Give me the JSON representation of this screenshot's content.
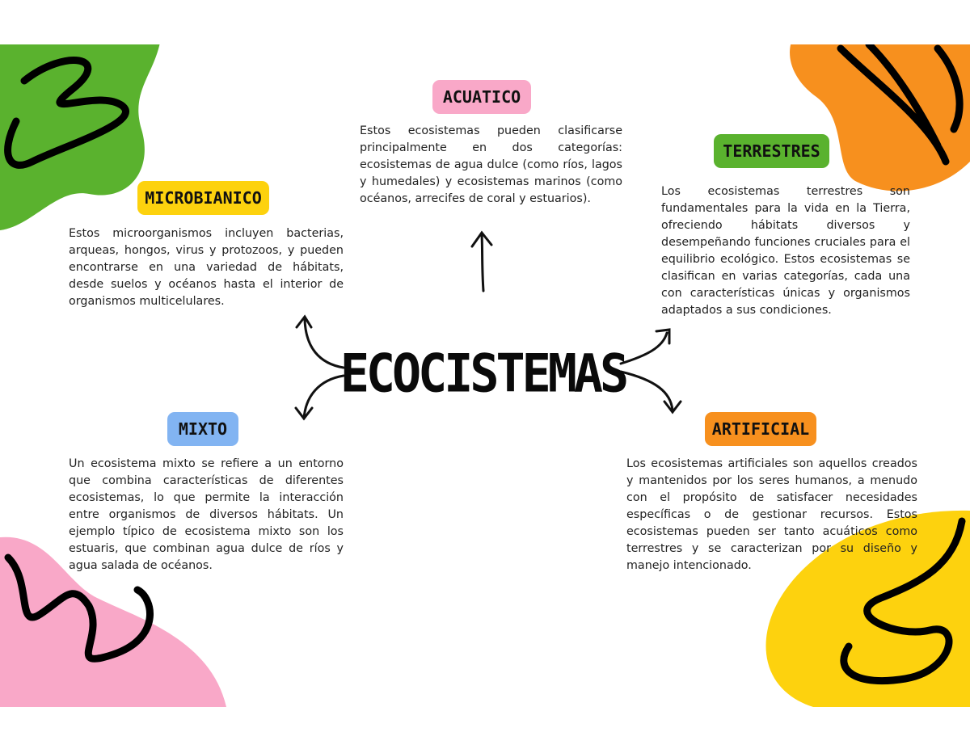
{
  "title": "ECOCISTEMAS",
  "colors": {
    "microbianico": "#fdd20e",
    "acuatico": "#f9a8c8",
    "terrestres": "#5ab22e",
    "mixto": "#82b4f2",
    "artificial": "#f7901e",
    "blob_green": "#5ab22e",
    "blob_orange": "#f7901e",
    "blob_pink": "#f9a8c8",
    "blob_yellow": "#fdd20e"
  },
  "branches": {
    "microbianico": {
      "label": "MICROBIANICO",
      "text": "Estos microorganismos incluyen bacterias, arqueas, hongos, virus y protozoos, y pueden encontrarse en una variedad de hábitats, desde suelos y océanos hasta el interior de organismos multicelulares."
    },
    "acuatico": {
      "label": "ACUATICO",
      "text": "Estos ecosistemas pueden clasificarse principalmente en dos categorías: ecosistemas de agua dulce (como ríos, lagos y humedales) y ecosistemas marinos (como océanos, arrecifes de coral y estuarios)."
    },
    "terrestres": {
      "label": "TERRESTRES",
      "text": "Los ecosistemas terrestres son fundamentales para la vida en la Tierra, ofreciendo hábitats diversos y desempeñando funciones cruciales para el equilibrio ecológico. Estos ecosistemas se clasifican en varias categorías, cada una con características únicas y organismos adaptados a sus condiciones."
    },
    "mixto": {
      "label": "MIXTO",
      "text": "Un ecosistema mixto se refiere a un entorno que combina características de diferentes ecosistemas, lo que permite la interacción entre organismos de diversos hábitats. Un ejemplo típico de ecosistema mixto son los estuaris, que combinan agua dulce de ríos y agua salada de océanos."
    },
    "artificial": {
      "label": "ARTIFICIAL",
      "text": "Los ecosistemas artificiales son aquellos creados y mantenidos por los seres humanos, a menudo con el propósito de satisfacer necesidades específicas o de gestionar recursos. Estos ecosistemas pueden ser tanto acuáticos como terrestres y se caracterizan por su diseño y manejo intencionado."
    }
  }
}
